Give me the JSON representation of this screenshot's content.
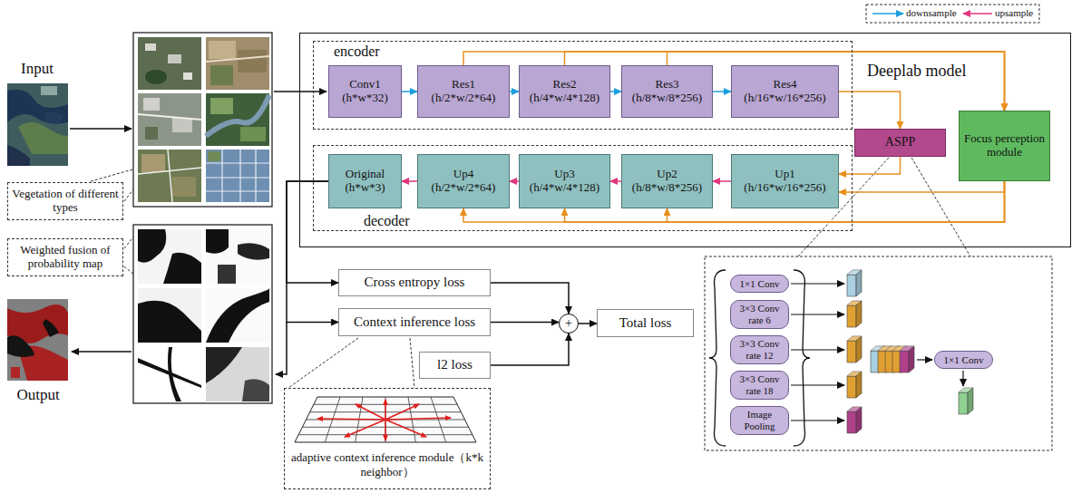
{
  "diagram": {
    "nodes": [
      {
        "text": [
          "Vegetation of different types"
        ]
      },
      {
        "text": [
          "Weighted fusion of probability map"
        ]
      },
      {
        "text": [
          "Deeplab model"
        ]
      },
      {
        "text": [
          "encoder"
        ],
        "in": 2
      },
      {
        "text": [
          "Conv1",
          "(h*w*32)"
        ],
        "in": 3
      },
      {
        "text": [
          "Res1",
          "(h/2*w/2*64)"
        ],
        "in": 3
      },
      {
        "text": [
          "Res2",
          "(h/4*w/4*128)"
        ],
        "in": 3
      },
      {
        "text": [
          "Res3",
          "(h/8*w/8*256)"
        ],
        "in": 3
      },
      {
        "text": [
          "Res4",
          "(h/16*w/16*256)"
        ],
        "in": 3
      },
      {
        "text": [
          "ASPP"
        ],
        "in": 2
      },
      {
        "text": [
          "Focus perception module"
        ],
        "in": 2
      },
      {
        "text": [
          "decoder"
        ],
        "in": 2
      },
      {
        "text": [
          "Original",
          "(h*w*3)"
        ],
        "in": 11
      },
      {
        "text": [
          "Up4",
          "(h/2*w/2*64)"
        ],
        "in": 11
      },
      {
        "text": [
          "Up3",
          "(h/4*w/4*128)"
        ],
        "in": 11
      },
      {
        "text": [
          "Up2",
          "(h/8*w/8*256)"
        ],
        "in": 11
      },
      {
        "text": [
          "Up1",
          "(h/16*w/16*256)"
        ],
        "in": 11
      },
      {
        "text": [
          "Cross entropy loss"
        ]
      },
      {
        "text": [
          "Context inference loss"
        ]
      },
      {
        "text": [
          "l2 loss"
        ]
      },
      {
        "text": [
          "+"
        ]
      },
      {
        "text": [
          "Total loss"
        ]
      },
      {
        "text": [
          "adaptive context inference module（k*k neighbor）"
        ]
      },
      {
        "text": [
          "1×1 Conv"
        ]
      },
      {
        "text": [
          "3×3 Conv rate 6"
        ]
      },
      {
        "text": [
          "3×3 Conv rate 12"
        ]
      },
      {
        "text": [
          "3×3 Conv rate 18"
        ]
      },
      {
        "text": [
          "Image Pooling"
        ]
      },
      {
        "text": [
          "1×1 Conv"
        ]
      }
    ],
    "edges": [
      {
        "from": 4,
        "to": 5,
        "arrow": "to"
      },
      {
        "from": 5,
        "to": 6,
        "arrow": "to"
      },
      {
        "from": 6,
        "to": 7,
        "arrow": "to"
      },
      {
        "from": 7,
        "to": 8,
        "arrow": "to"
      },
      {
        "from": 5,
        "to": 10,
        "arrow": "to"
      },
      {
        "from": 6,
        "to": 10,
        "arrow": "to"
      },
      {
        "from": 7,
        "to": 10,
        "arrow": "to"
      },
      {
        "from": 8,
        "to": 9,
        "arrow": "to"
      },
      {
        "from": 9,
        "to": 16,
        "arrow": "to"
      },
      {
        "from": 10,
        "to": 16,
        "arrow": "to"
      },
      {
        "from": 10,
        "to": 15,
        "arrow": "to"
      },
      {
        "from": 10,
        "to": 14,
        "arrow": "to"
      },
      {
        "from": 10,
        "to": 13,
        "arrow": "to"
      },
      {
        "from": 16,
        "to": 15,
        "arrow": "to"
      },
      {
        "from": 15,
        "to": 14,
        "arrow": "to"
      },
      {
        "from": 14,
        "to": 13,
        "arrow": "to"
      },
      {
        "from": 13,
        "to": 12,
        "arrow": "to"
      },
      {
        "from": 12,
        "to": 17,
        "arrow": "to"
      },
      {
        "from": 12,
        "to": 18,
        "arrow": "to"
      },
      {
        "from": 17,
        "to": 20,
        "arrow": "to"
      },
      {
        "from": 18,
        "to": 20,
        "arrow": "to"
      },
      {
        "from": 19,
        "to": 20,
        "arrow": "to"
      },
      {
        "from": 20,
        "to": 21,
        "arrow": "to"
      }
    ],
    "labels": [
      "Input",
      "Output"
    ],
    "legend": [
      {
        "text": "downsample"
      },
      {
        "text": "upsample"
      }
    ]
  }
}
